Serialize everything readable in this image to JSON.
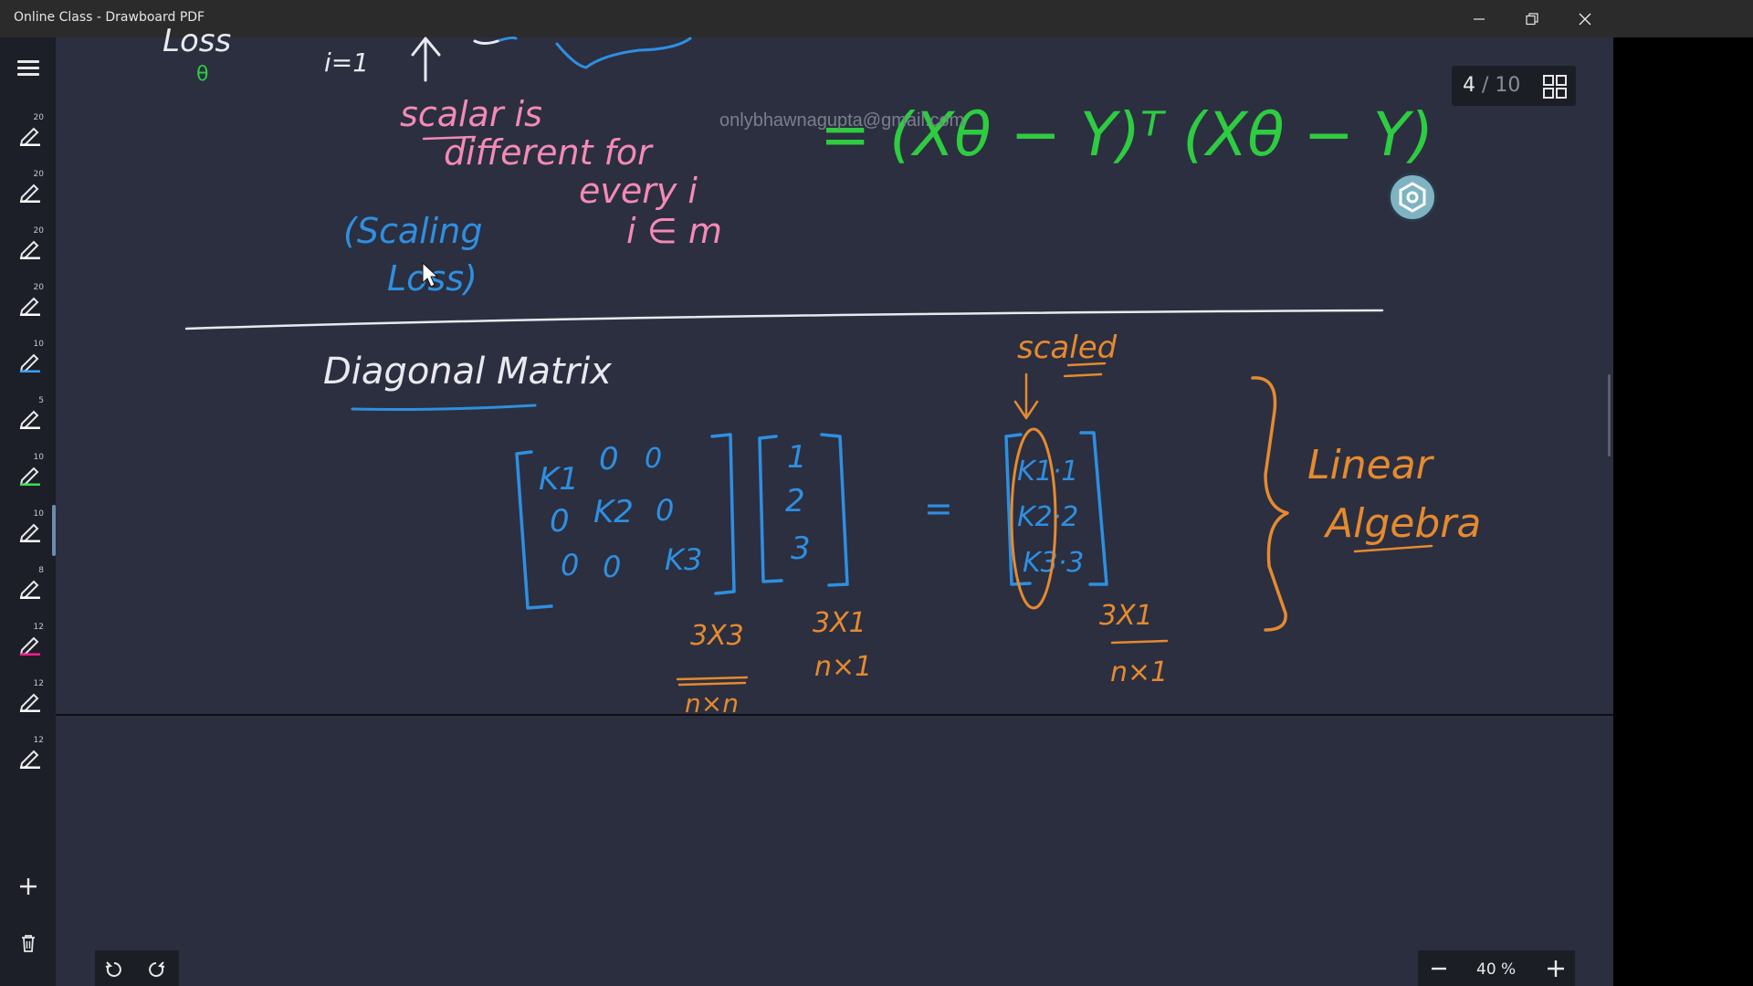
{
  "window": {
    "title": "Online Class - Drawboard PDF",
    "minimize": "minimize",
    "maximize": "restore",
    "close": "close"
  },
  "toolbar": {
    "pens": [
      {
        "size": "20",
        "color": "#ffffff"
      },
      {
        "size": "20",
        "color": "#ffffff"
      },
      {
        "size": "20",
        "color": "#ffffff"
      },
      {
        "size": "20",
        "color": "#ffffff"
      },
      {
        "size": "10",
        "color": "#3aa0ff"
      },
      {
        "size": "5",
        "color": "#ffffff"
      },
      {
        "size": "10",
        "color": "#3ddc5a"
      },
      {
        "size": "10",
        "color": "#ffffff",
        "active": true
      },
      {
        "size": "8",
        "color": "#ffffff"
      },
      {
        "size": "12",
        "color": "#ff1f8c"
      },
      {
        "size": "12",
        "color": "#ffffff"
      },
      {
        "size": "12",
        "color": "#ffffff"
      }
    ]
  },
  "page_indicator": {
    "current": "4",
    "separator": "/",
    "total": "10"
  },
  "watermark": "onlybhawnagupta@gmail.com",
  "zoom": {
    "value": "40 %"
  },
  "colors": {
    "page_bg": "#2b2f40",
    "ink_white": "#e9e9ef",
    "ink_pink": "#f48ab5",
    "ink_blue": "#2f8fe0",
    "ink_green": "#2ecc40",
    "ink_orange": "#e58a2f"
  },
  "ink": {
    "top_fragment": "Loss",
    "theta_sub": "θ",
    "i_eq_1": "i=1",
    "pink_note": [
      "scalar is",
      "different for",
      "every i",
      "i ∈ m"
    ],
    "blue_note": [
      "(Scaling",
      "Loss)"
    ],
    "green_formula": "= (Xθ − Y)ᵀ (Xθ − Y)",
    "heading": "Diagonal Matrix",
    "matrix_a": [
      [
        "K1",
        "0",
        "0"
      ],
      [
        "0",
        "K2",
        "0"
      ],
      [
        "0",
        "0",
        "K3"
      ]
    ],
    "vector_b": [
      "1",
      "2",
      "3"
    ],
    "equals": "=",
    "result": [
      "K1·1",
      "K2·2",
      "K3·3"
    ],
    "scaled": "scaled",
    "dim_a": [
      "3X3",
      "n×n"
    ],
    "dim_b": [
      "3X1",
      "n×1"
    ],
    "dim_c": [
      "3X1",
      "n×1"
    ],
    "linear_algebra": [
      "Linear",
      "Algebra"
    ]
  }
}
